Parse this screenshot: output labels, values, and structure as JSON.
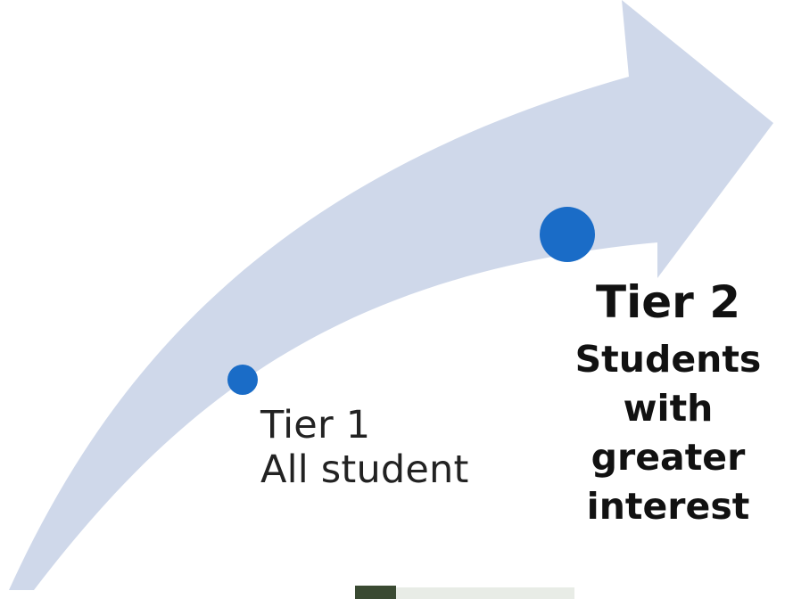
{
  "arrow": {
    "fill_color": "#cfd8ea"
  },
  "markers": {
    "color": "#1a6cc7"
  },
  "tier1": {
    "title": "Tier 1",
    "description": "All student"
  },
  "tier2": {
    "title": "Tier 2",
    "lines": [
      "Students",
      "with",
      "greater",
      "interest"
    ]
  }
}
